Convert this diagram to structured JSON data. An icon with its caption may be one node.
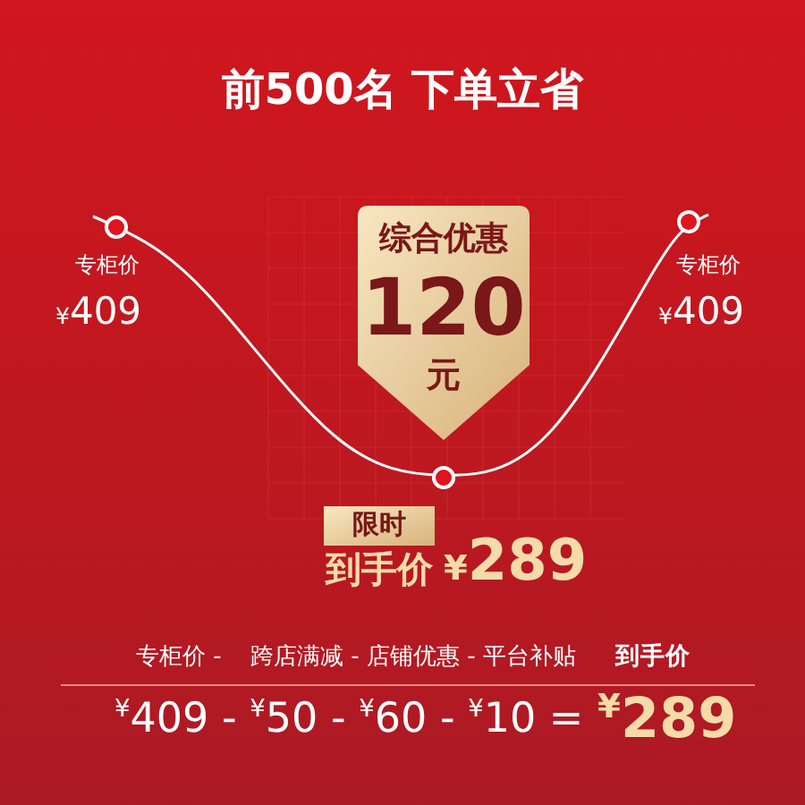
{
  "diagram": {
    "title": "前500名 下单立省",
    "nodes": [
      {
        "text": [
          "综合优惠",
          "120",
          "元"
        ]
      },
      {
        "text": [
          "限时"
        ]
      }
    ],
    "labels": [
      "专柜价",
      "¥409",
      "专柜价",
      "¥409",
      "到手价",
      "¥289",
      "专柜价 -",
      "跨店满减 - 店铺优惠 - 平台补贴",
      "到手价",
      "$^{¥}$409 - $^{¥}$50 - $^{¥}$60 - $^{¥}$10 =",
      "$^{¥}$289"
    ]
  }
}
